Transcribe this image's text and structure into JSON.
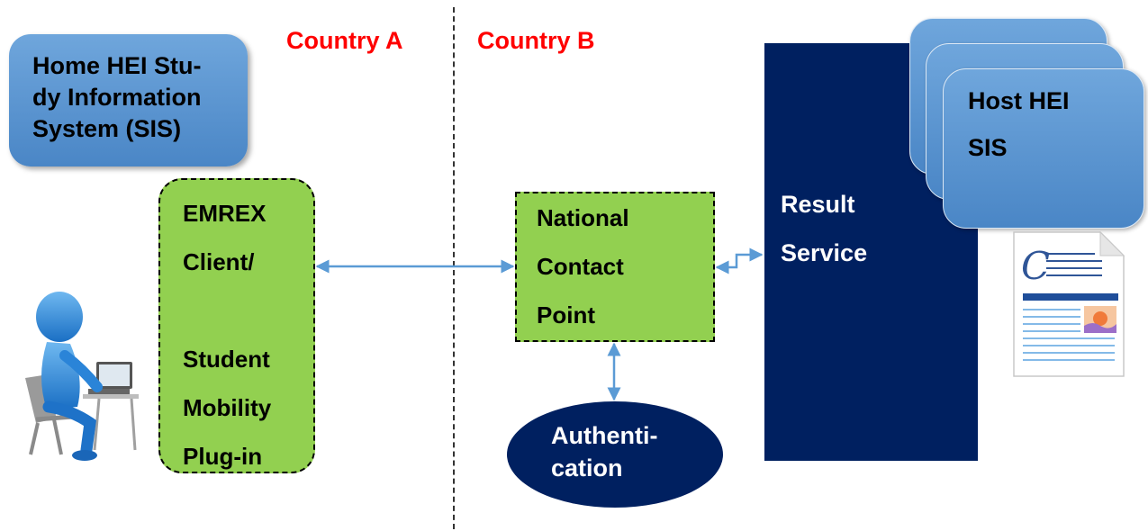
{
  "labels": {
    "country_a": "Country A",
    "country_b": "Country B"
  },
  "nodes": {
    "home_sis": [
      "Home HEI Stu-",
      "dy Information",
      "System (SIS)"
    ],
    "emrex": [
      "EMREX",
      "Client/",
      "",
      "Student",
      "Mobility",
      "Plug-in"
    ],
    "ncp": [
      "National",
      "Contact",
      "Point"
    ],
    "result_service": [
      "Result",
      "Service"
    ],
    "host_sis": [
      "Host HEI",
      "SIS"
    ],
    "authentication": [
      "Authenti-",
      "cation"
    ]
  },
  "colors": {
    "country_label": "#ff0000",
    "green_box": "#92d050",
    "navy": "#002060",
    "blue_box": "#5b9bd5",
    "arrow": "#5b9bd5"
  },
  "icons": {
    "student": "person-at-laptop-icon",
    "document": "certificate-document-icon"
  }
}
